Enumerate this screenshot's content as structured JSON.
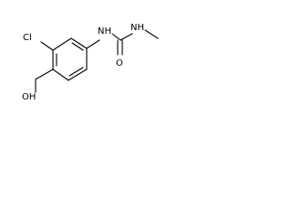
{
  "molecule": {
    "labels": {
      "cl": "Cl",
      "nh_left": "NH",
      "nh_right": "NH",
      "o": "O",
      "oh": "OH"
    }
  }
}
